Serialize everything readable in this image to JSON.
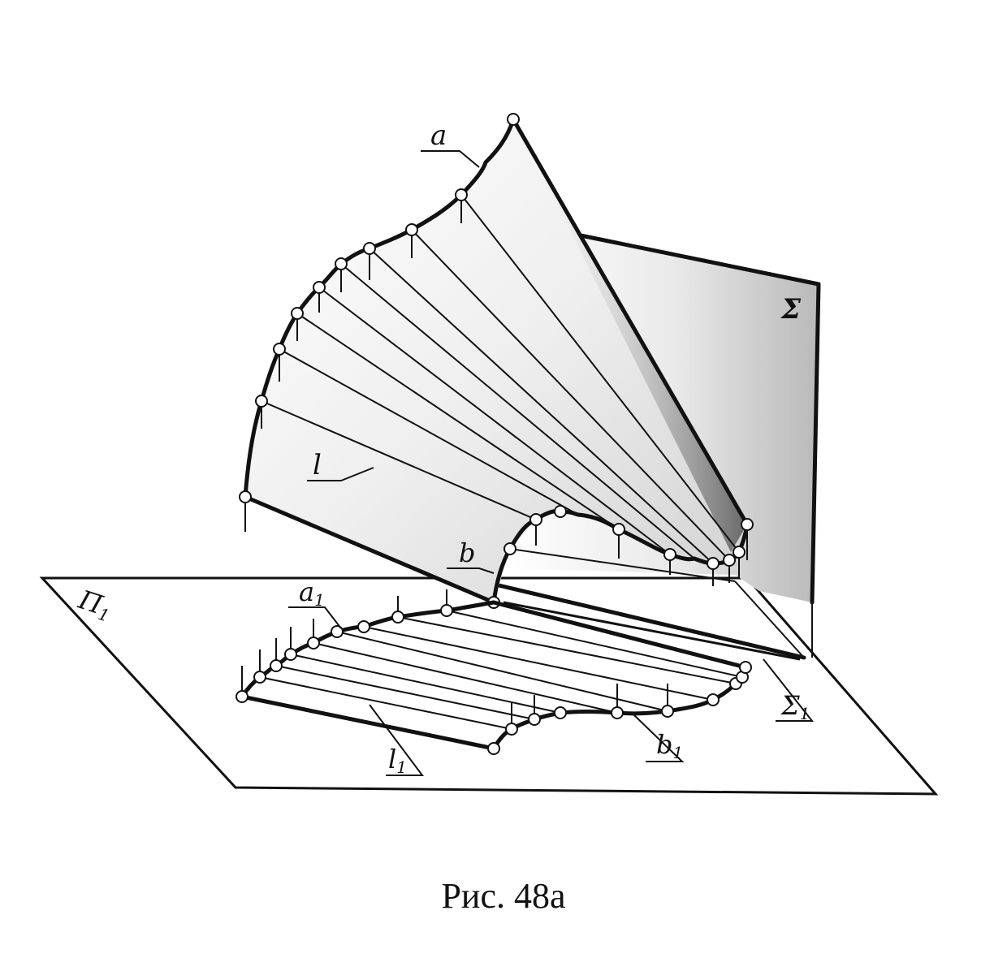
{
  "labels": {
    "a": "a",
    "l": "l",
    "b": "b",
    "a1": "a",
    "a1_sub": "1",
    "l1": "l",
    "l1_sub": "1",
    "b1": "b",
    "b1_sub": "1",
    "sigma": "Σ",
    "sigma1": "Σ",
    "sigma1_sub": "1",
    "pi1": "Π",
    "pi1_sub": "1"
  },
  "caption": "Рис. 48а",
  "colors": {
    "ink": "#111111",
    "paper": "#ffffff",
    "shade": "#8a8a8a"
  }
}
